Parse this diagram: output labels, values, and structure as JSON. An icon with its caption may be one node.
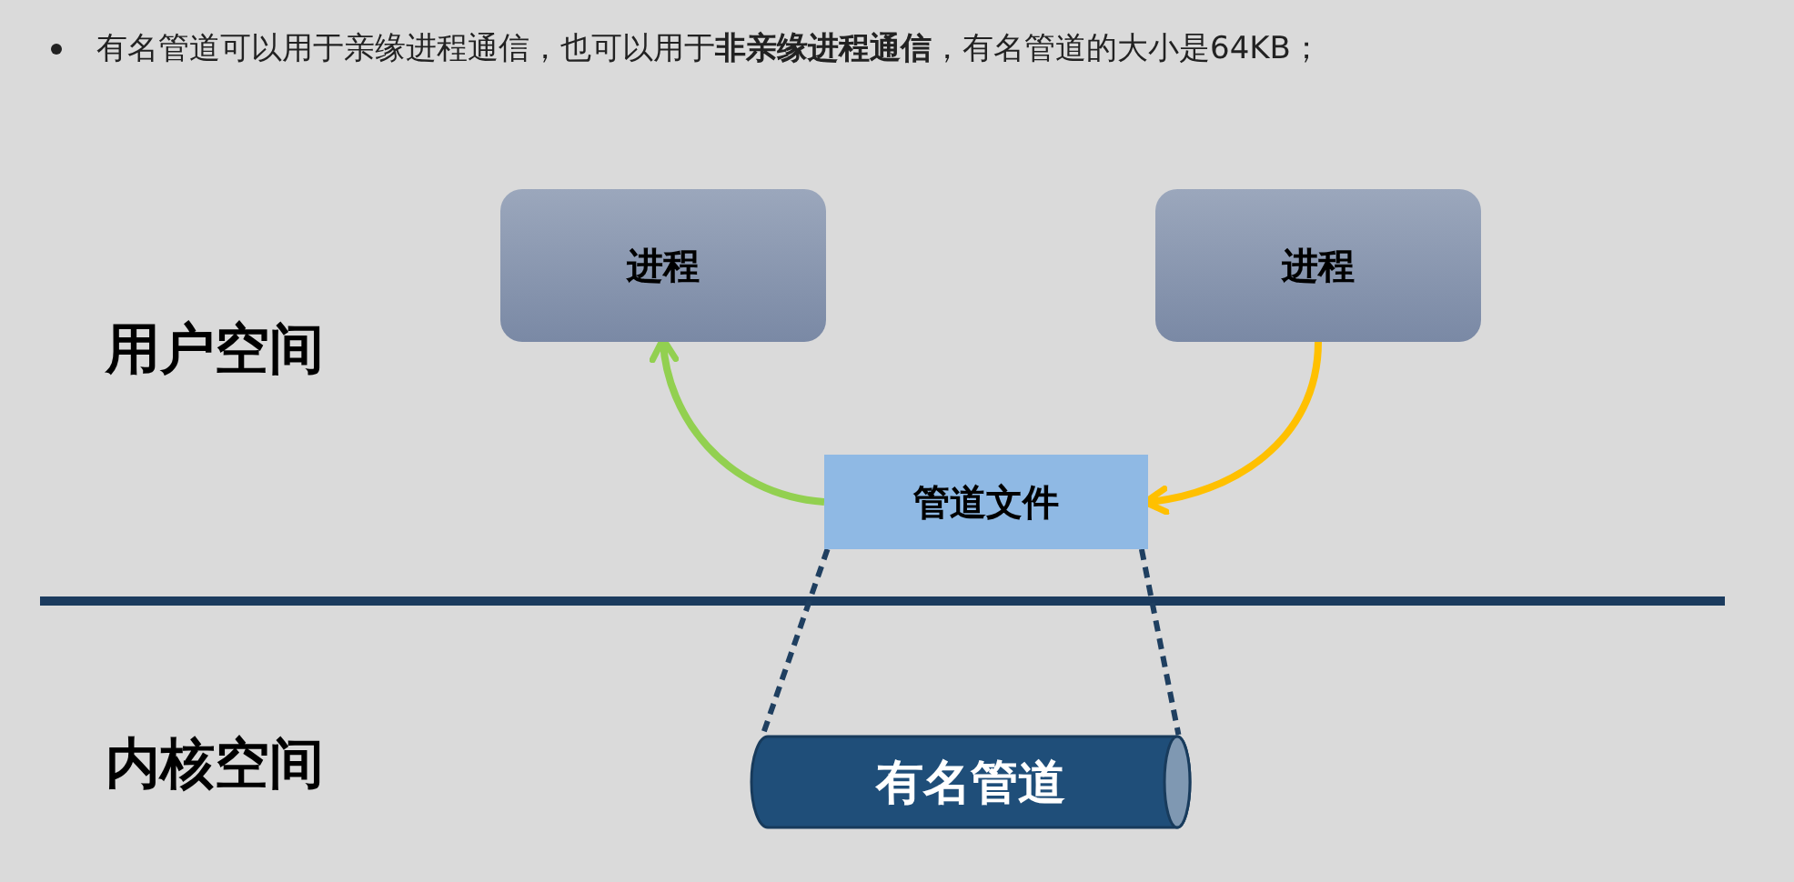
{
  "diagram": {
    "title": "有名管道可以用于亲缘进程通信，也可以用于**非亲缘进程通信**，有名管道的大小是64KB；",
    "nodes": [
      {
        "text": [
          "进程"
        ]
      },
      {
        "text": [
          "进程"
        ]
      },
      {
        "text": [
          "管道文件"
        ]
      },
      {
        "text": [
          "有名管道"
        ]
      }
    ],
    "edges": [
      {
        "from": 2,
        "to": 0,
        "arrow": "to",
        "color": "#92d050"
      },
      {
        "from": 1,
        "to": 2,
        "arrow": "to",
        "color": "#ffc000"
      },
      {
        "from": 2,
        "to": 3,
        "arrow": "none",
        "style": "dashed",
        "color": "#1f3f60"
      },
      {
        "from": 2,
        "to": 3,
        "arrow": "none",
        "style": "dashed",
        "color": "#1f3f60"
      }
    ],
    "labels": [
      "用户空间",
      "内核空间"
    ]
  }
}
